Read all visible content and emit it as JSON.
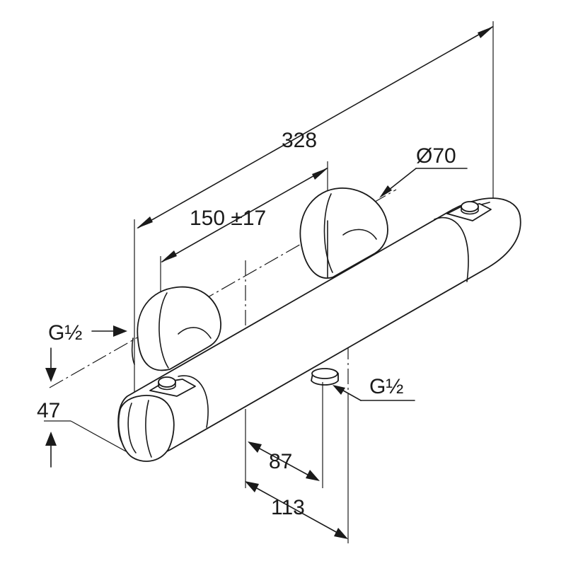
{
  "drawing": {
    "dimensions": {
      "overall_length": "328",
      "connection_spacing": "150 ±17",
      "flange_diameter": "Ø70",
      "inlet_thread": "G½",
      "outlet_thread": "G½",
      "height": "47",
      "outlet_offset": "87",
      "outlet_depth": "113"
    }
  }
}
